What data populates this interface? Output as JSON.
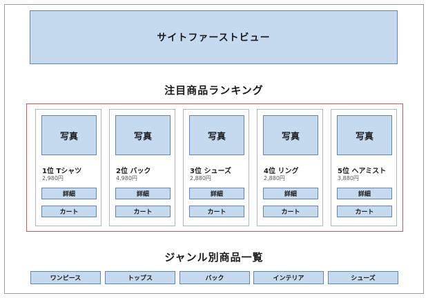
{
  "hero": {
    "label": "サイトファーストビュー"
  },
  "ranking": {
    "title": "注目商品ランキング",
    "items": [
      {
        "photo_label": "写真",
        "name": "1位 Tシャツ",
        "price": "2,980円",
        "detail_label": "詳細",
        "cart_label": "カート"
      },
      {
        "photo_label": "写真",
        "name": "2位 バック",
        "price": "4,980円",
        "detail_label": "詳細",
        "cart_label": "カート"
      },
      {
        "photo_label": "写真",
        "name": "3位 シューズ",
        "price": "2,880円",
        "detail_label": "詳細",
        "cart_label": "カート"
      },
      {
        "photo_label": "写真",
        "name": "4位 リング",
        "price": "2,880円",
        "detail_label": "詳細",
        "cart_label": "カート"
      },
      {
        "photo_label": "写真",
        "name": "5位 ヘアミスト",
        "price": "3,880円",
        "detail_label": "詳細",
        "cart_label": "カート"
      }
    ]
  },
  "genres": {
    "title": "ジャンル別商品一覧",
    "items": [
      "ワンピース",
      "トップス",
      "バック",
      "インテリア",
      "シューズ"
    ]
  },
  "colors": {
    "box_fill": "#c5d9ef",
    "box_border": "#5b86b5",
    "ranking_border": "#d9534f"
  }
}
